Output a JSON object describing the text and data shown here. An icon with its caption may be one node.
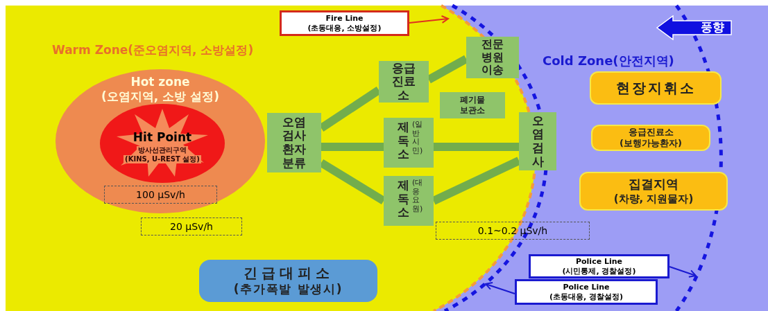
{
  "diagram": {
    "nodes": [
      {
        "text": [
          "Fire Line",
          "(초동대응, 소방설정)"
        ]
      },
      {
        "text": [
          "풍향"
        ]
      },
      {
        "text": [
          "Hot zone",
          "(오염지역, 소방 설정)"
        ]
      },
      {
        "text": [
          "Hit Point",
          "방사선관리구역",
          "(KINS, U-REST 설정)"
        ],
        "in": 2
      },
      {
        "text": [
          "100 μSv/h"
        ],
        "in": 2
      },
      {
        "text": [
          "20 μSv/h"
        ]
      },
      {
        "text": [
          "전문병원이송"
        ]
      },
      {
        "text": [
          "응급진료소"
        ]
      },
      {
        "text": [
          "폐기물보관소"
        ]
      },
      {
        "text": [
          "오염검사환자분류"
        ]
      },
      {
        "text": [
          "제독소",
          "(일반시민)"
        ]
      },
      {
        "text": [
          "오염검사"
        ]
      },
      {
        "text": [
          "제독소",
          "(대응요원)"
        ]
      },
      {
        "text": [
          "0.1~0.2 μSv/h"
        ]
      },
      {
        "text": [
          "현장지휘소"
        ]
      },
      {
        "text": [
          "응급진료소",
          "(보행가능환자)"
        ]
      },
      {
        "text": [
          "집결지역",
          "(차량, 지원물자)"
        ]
      },
      {
        "text": [
          "긴급대피소",
          "(추가폭발 발생시)"
        ]
      },
      {
        "text": [
          "Police Line",
          "(시민통제, 경찰설정)"
        ]
      },
      {
        "text": [
          "Police Line",
          "(초동대응, 경찰설정)"
        ]
      }
    ],
    "edges": [
      {
        "from": 0,
        "to": null,
        "arrow": "to",
        "color": "#e03020"
      },
      {
        "from": 9,
        "to": 7,
        "arrow": "none"
      },
      {
        "from": 7,
        "to": 6,
        "arrow": "none"
      },
      {
        "from": 9,
        "to": 10,
        "arrow": "none"
      },
      {
        "from": 9,
        "to": 12,
        "arrow": "none"
      },
      {
        "from": 10,
        "to": 11,
        "arrow": "none"
      },
      {
        "from": 12,
        "to": 11,
        "arrow": "none"
      },
      {
        "from": 18,
        "to": null,
        "arrow": "to",
        "color": "#1a1ad0"
      },
      {
        "from": 19,
        "to": null,
        "arrow": "to",
        "color": "#1a1ad0"
      }
    ],
    "labels": [
      "Warm Zone(준오염지역, 소방설정)",
      "Cold Zone(안전지역)"
    ]
  }
}
